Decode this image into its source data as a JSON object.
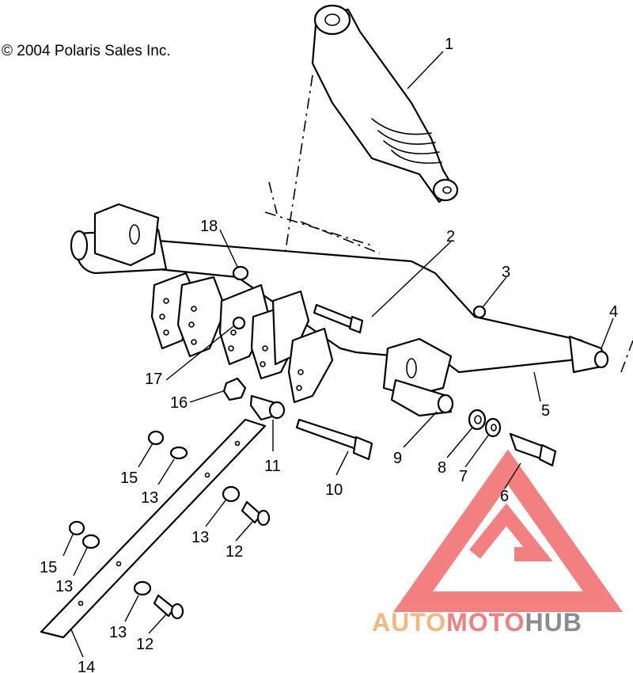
{
  "copyright": "© 2004 Polaris Sales Inc.",
  "watermark": {
    "part1": "AUTO",
    "part2": "MOTO",
    "part3": "HUB",
    "colors": {
      "auto": "#f5b87c",
      "moto": "#f08080",
      "hub": "#8c8c8c",
      "logo": "#f26b6b"
    }
  },
  "callouts": {
    "c1": "1",
    "c2": "2",
    "c3": "3",
    "c4": "4",
    "c5": "5",
    "c6": "6",
    "c7": "7",
    "c8": "8",
    "c9": "9",
    "c10": "10",
    "c11": "11",
    "c12a": "12",
    "c12b": "12",
    "c13a": "13",
    "c13b": "13",
    "c13c": "13",
    "c13d": "13",
    "c14": "14",
    "c15a": "15",
    "c15b": "15",
    "c16": "16",
    "c17": "17",
    "c18": "18"
  }
}
